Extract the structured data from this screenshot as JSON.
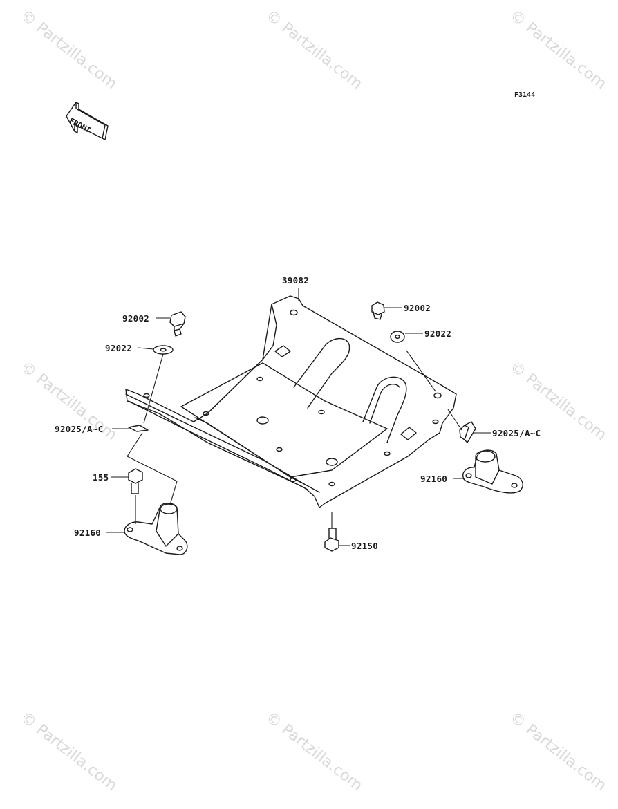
{
  "figure_code": "F3144",
  "front_label": "FRONT",
  "watermark": "© Partzilla.com",
  "parts": [
    {
      "id": "frame",
      "number": "39082"
    },
    {
      "id": "bolt-left",
      "number": "92002"
    },
    {
      "id": "bolt-right",
      "number": "92002"
    },
    {
      "id": "washer-left",
      "number": "92022"
    },
    {
      "id": "washer-right",
      "number": "92022"
    },
    {
      "id": "clip-left",
      "number": "92025/A~C"
    },
    {
      "id": "clip-right",
      "number": "92025/A~C"
    },
    {
      "id": "bolt-155",
      "number": "155"
    },
    {
      "id": "mount-left",
      "number": "92160"
    },
    {
      "id": "mount-right",
      "number": "92160"
    },
    {
      "id": "bolt-bottom",
      "number": "92150"
    }
  ]
}
